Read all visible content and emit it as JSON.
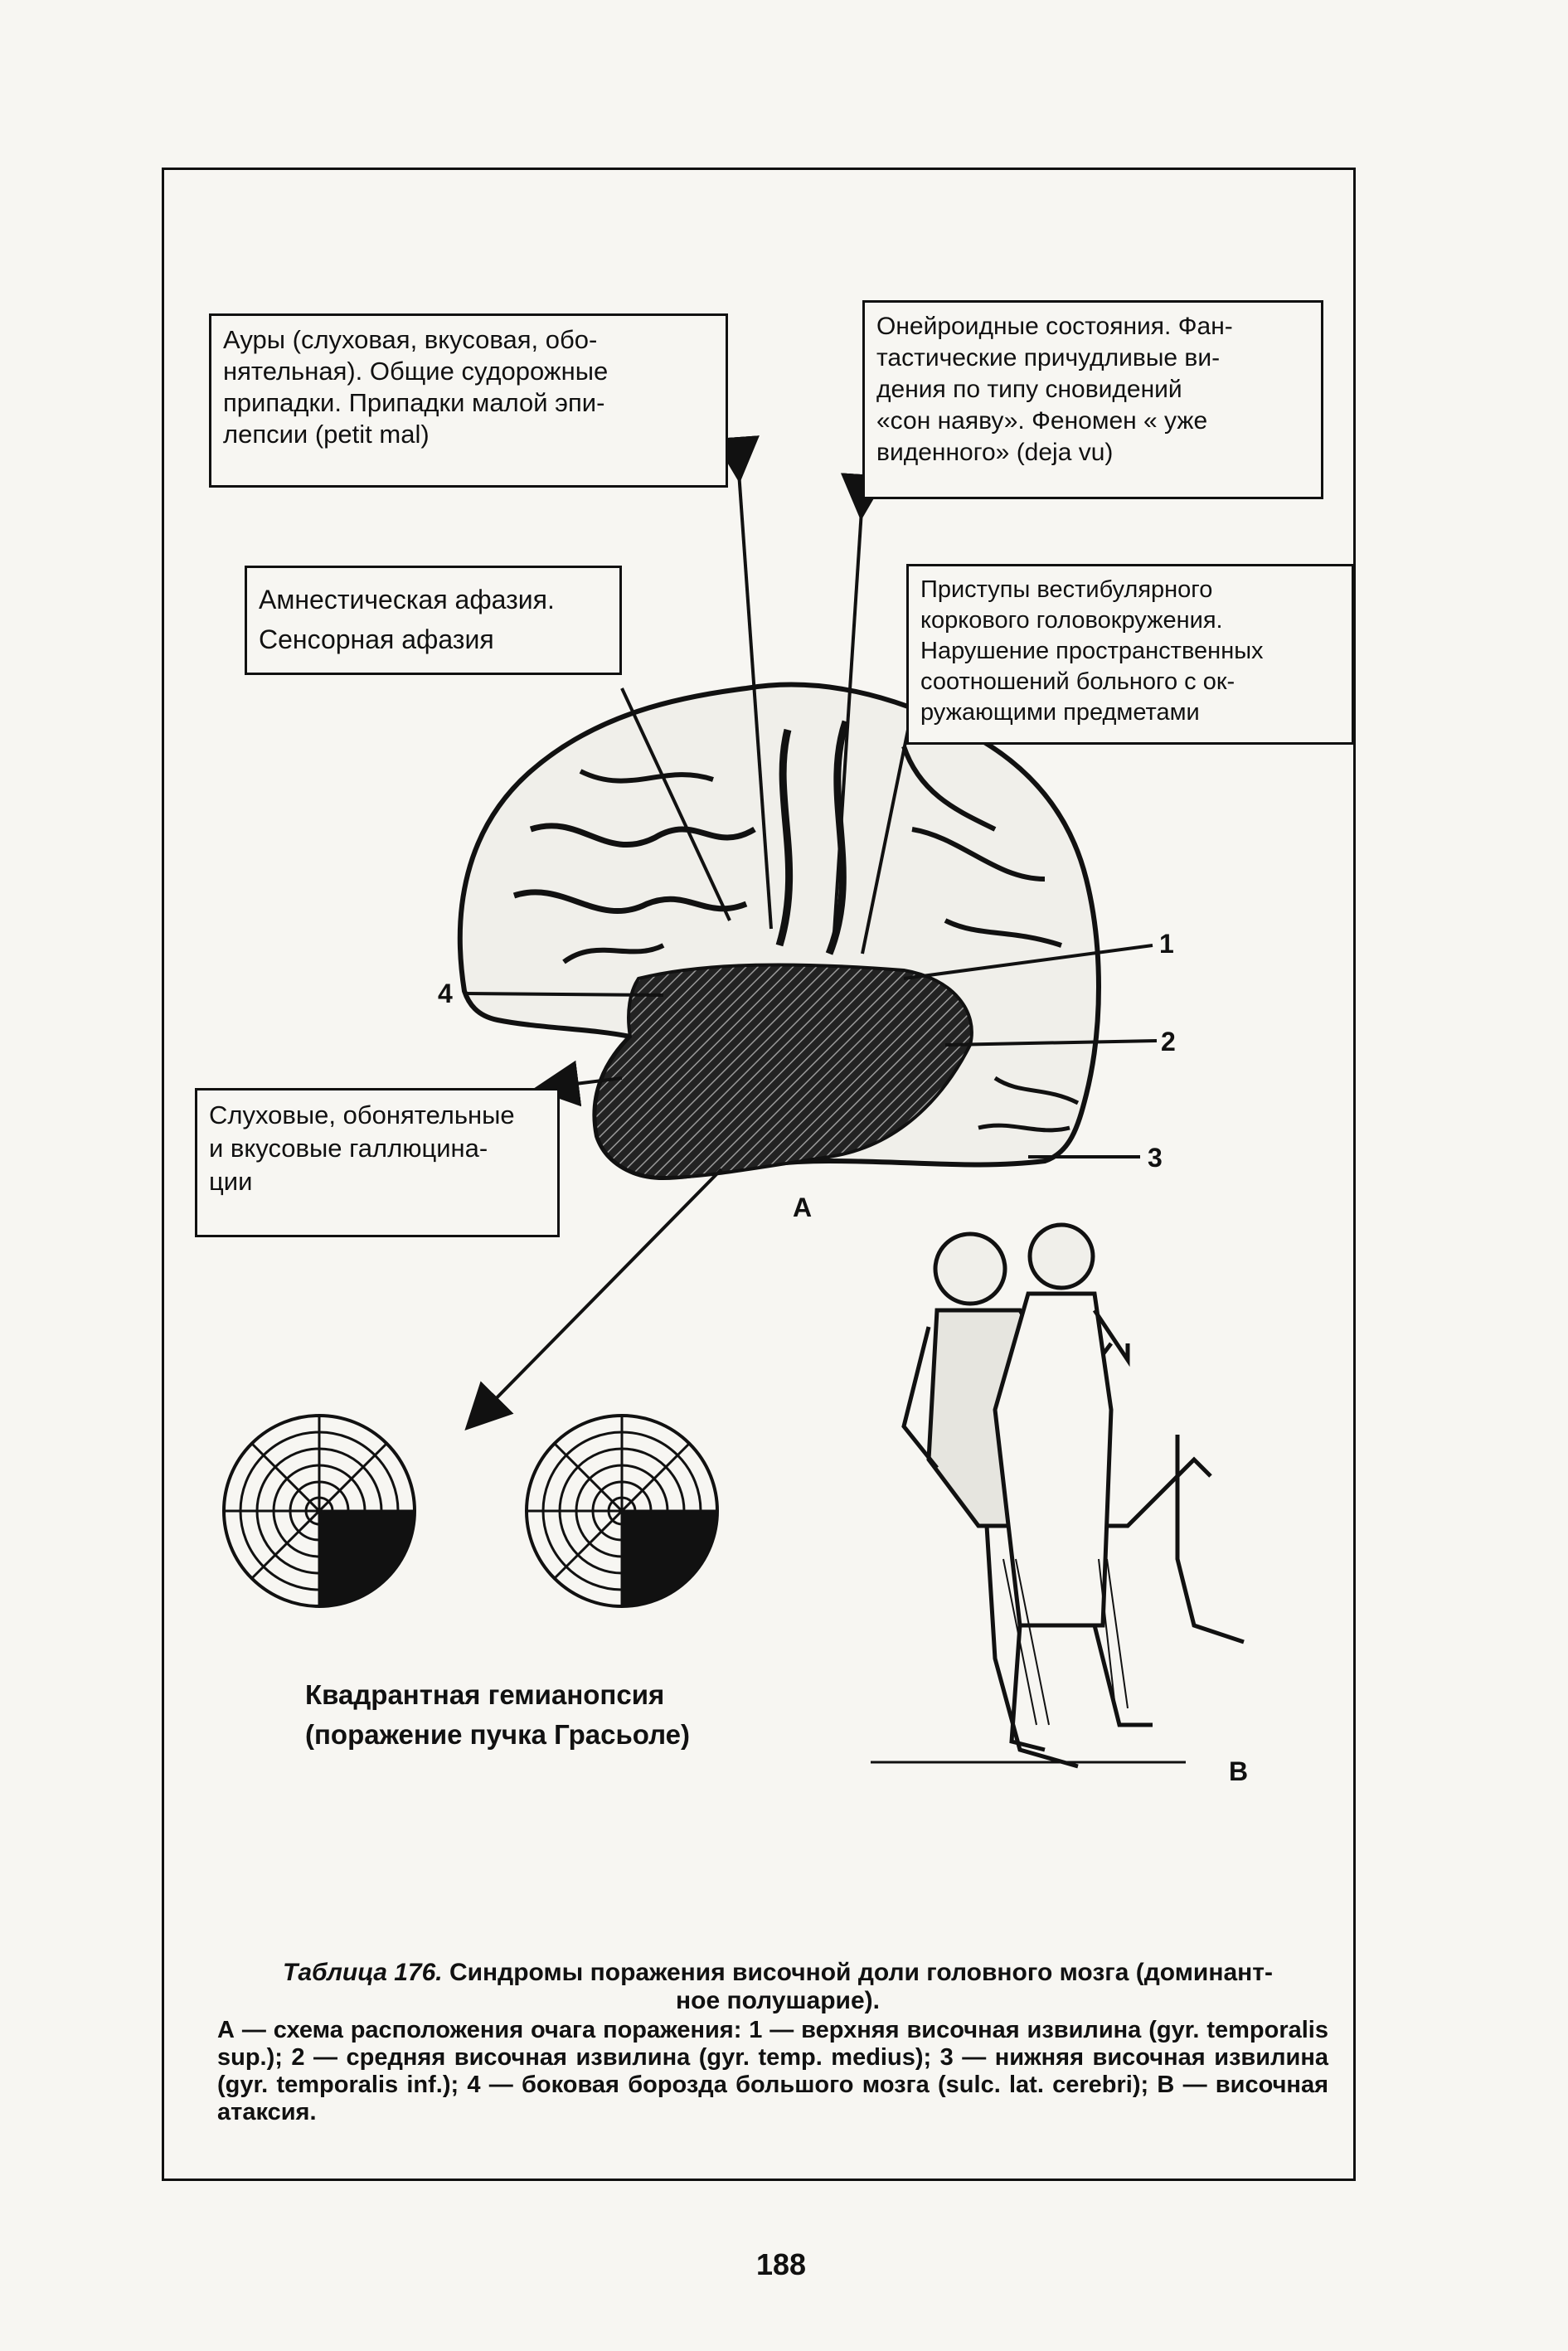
{
  "boxes": {
    "auras": [
      "Ауры (слуховая, вкусовая, обо-",
      "нятельная). Общие судорожные",
      "припадки. Припадки малой эпи-",
      "лепсии (petit mal)"
    ],
    "oneiroid": [
      "Онейроидные состояния. Фан-",
      "тастические причудливые ви-",
      "дения по типу сновидений",
      "«сон наяву». Феномен « уже",
      "виденного» (deja vu)"
    ],
    "amnestic": [
      "Амнестическая афазия.",
      "Сенсорная афазия"
    ],
    "vestibular": [
      "Приступы вестибулярного",
      "коркового головокружения.",
      "Нарушение пространственных",
      "соотношений больного с ок-",
      "ружающими предметами"
    ],
    "hallucinations": [
      "Слуховые, обонятельные",
      "и вкусовые галлюцина-",
      "ции"
    ]
  },
  "markers": {
    "m1": "1",
    "m2": "2",
    "m3": "3",
    "m4": "4",
    "figA": "А",
    "figB": "В"
  },
  "hemianopsia": [
    "Квадрантная гемианопсия",
    "(поражение пучка Грасьоле)"
  ],
  "caption": {
    "title_prefix": "Таблица 176.",
    "title": "Синдромы поражения височной доли головного мозга (доминант-",
    "title2": "ное полушарие).",
    "body": "А — схема расположения очага поражения: 1 — верхняя височная извилина (gyr. temporalis sup.); 2 — средняя височная извилина (gyr. temp. medius); 3 — нижняя височная извилина (gyr. temporalis inf.); 4 — боковая борозда большого мозга (sulc. lat. cerebri); В — височная атаксия."
  },
  "page_number": "188"
}
